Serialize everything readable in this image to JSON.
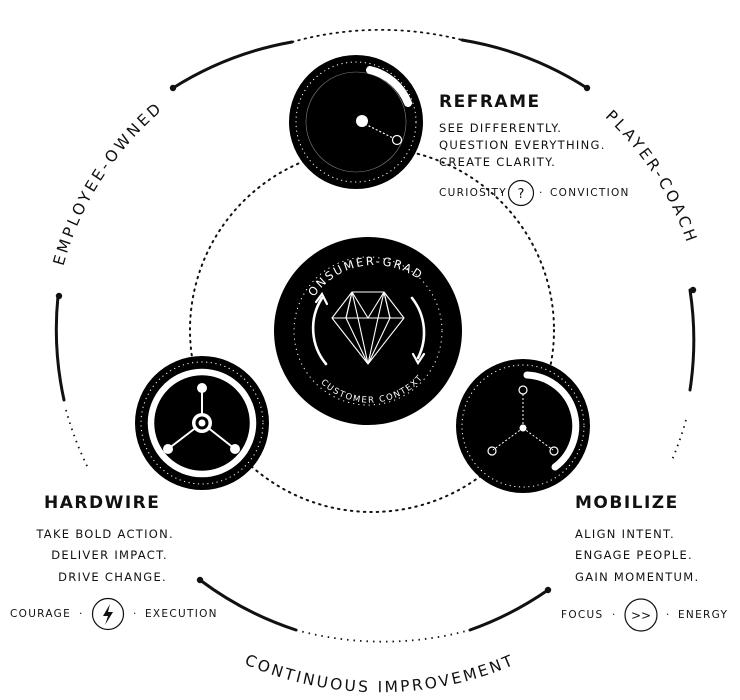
{
  "outer_labels": {
    "top_left": "EMPLOYEE-OWNED",
    "top_right": "PLAYER-COACH",
    "bottom": "CONTINUOUS IMPROVEMENT"
  },
  "center": {
    "top_text": "CONSUMER-GRADE",
    "bottom_text": "CUSTOMER CONTEXT",
    "icon": "diamond-icon"
  },
  "reframe": {
    "title": "REFRAME",
    "lines": [
      "SEE DIFFERENTLY.",
      "QUESTION EVERYTHING.",
      "CREATE CLARITY."
    ],
    "left": "CURIOSITY",
    "right": "CONVICTION",
    "symbol": "?",
    "sep": "·"
  },
  "hardwire": {
    "title": "HARDWIRE",
    "lines": [
      "TAKE BOLD ACTION.",
      "DELIVER IMPACT.",
      "DRIVE CHANGE."
    ],
    "left": "COURAGE",
    "right": "EXECUTION",
    "icon": "lightning-icon",
    "sep": "·"
  },
  "mobilize": {
    "title": "MOBILIZE",
    "lines": [
      "ALIGN INTENT.",
      "ENGAGE PEOPLE.",
      "GAIN MOMENTUM."
    ],
    "left": "FOCUS",
    "right": "ENERGY",
    "symbol": ">>",
    "sep": "·"
  }
}
